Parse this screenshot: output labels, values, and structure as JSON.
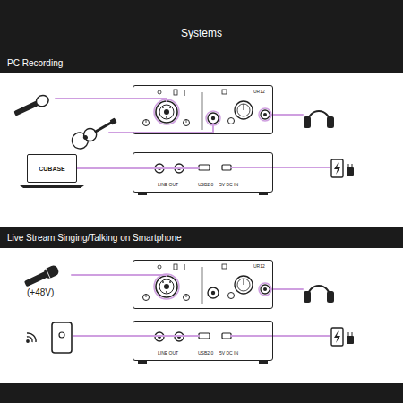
{
  "diagram": {
    "title": "Systems",
    "nodes": [
      {
        "text": [
          "PC Recording"
        ]
      },
      {
        "text": [
          "UR12"
        ]
      },
      {
        "text": [
          "CUBASE"
        ]
      },
      {
        "text": [
          "LINE OUT",
          "USB2.0",
          "5V DC IN"
        ]
      },
      {
        "text": [
          "Live Stream Singing/Talking on Smartphone"
        ]
      },
      {
        "text": [
          "UR12"
        ]
      },
      {
        "text": [
          "LINE OUT",
          "USB2.0",
          "5V DC IN"
        ]
      }
    ],
    "edges": [
      {
        "from": 2,
        "to": 3,
        "arrow": "none"
      }
    ],
    "labels": [
      "(+48V)"
    ]
  }
}
